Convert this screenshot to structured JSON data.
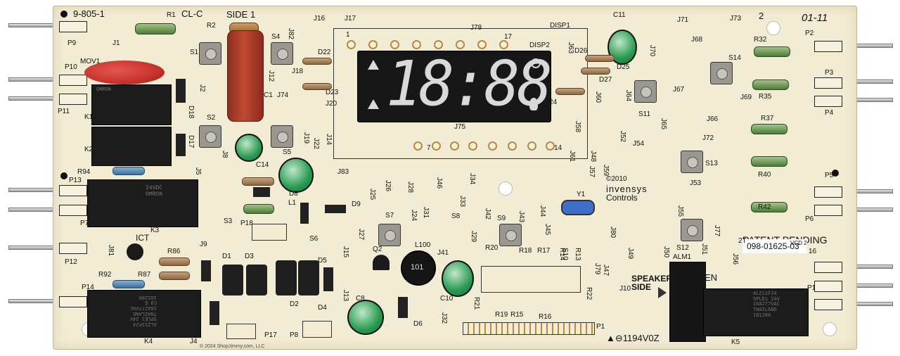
{
  "board": {
    "part_number": "9-805-1",
    "cl_label": "CL-C",
    "side_label": "SIDE 1",
    "corner_note": "01-11",
    "corner_num": "2",
    "patent": "PATENT PENDING",
    "board_code": "098-01625-03",
    "vcd": "VCD 2",
    "prefix_2t": "2T",
    "speaker_side": "SPEAKER\nSIDE",
    "ict": "ICT",
    "year": "©2010",
    "brand": "invensys",
    "brand_sub": "Controls",
    "bottom_code": "▲⊖1194V0Z",
    "copyright": "© 2024 ShopJimmy.com, LLC",
    "inductor": "101",
    "disp_num_17": "17",
    "disp_num_1": "1",
    "disp_num_7": "7",
    "disp_num_14": "14",
    "alm_frag": "EN",
    "display_digits": "18:88"
  },
  "labels": {
    "P9": "P9",
    "P10": "P10",
    "P11": "P11",
    "P12": "P12",
    "P13": "P13",
    "P14": "P14",
    "P7": "P7",
    "P8": "P8",
    "P17": "P17",
    "P2": "P2",
    "P3": "P3",
    "P4": "P4",
    "P5": "P5",
    "P6": "P6",
    "P15": "P15",
    "P16": "16",
    "P18": "P18",
    "P1": "P1",
    "R1": "R1",
    "R2": "R2",
    "R32": "R32",
    "R35": "R35",
    "R37": "R37",
    "R40": "R40",
    "R42": "R42",
    "R86": "R86",
    "R87": "R87",
    "R92": "R92",
    "R94": "R94",
    "R19": "R19",
    "R15": "R15",
    "R16": "R16",
    "R17": "R17",
    "R18": "R18",
    "R20": "R20",
    "R21": "R21",
    "R13": "R13",
    "R14": "R14",
    "R22": "R22",
    "MOV1": "MOV1",
    "K1": "K1",
    "K2": "K2",
    "K3": "K3",
    "K4": "K4",
    "K5": "K5",
    "S1": "S1",
    "S2": "S2",
    "S3": "S3",
    "S4": "S4",
    "S5": "S5",
    "S6": "S6",
    "S7": "S7",
    "S8": "S8",
    "S9": "S9",
    "S10": "S10",
    "S11": "S11",
    "S12": "S12",
    "S13": "S13",
    "S14": "S14",
    "C1": "C1",
    "C8": "C8",
    "C10": "C10",
    "C11": "C11",
    "C14": "C14",
    "D1": "D1",
    "D2": "D2",
    "D3": "D3",
    "D4": "D4",
    "D5": "D5",
    "D6": "D6",
    "D8": "D8",
    "D9": "D9",
    "D17": "D17",
    "D18": "D18",
    "D22": "D22",
    "D23": "D23",
    "D25": "D25",
    "D26": "D26",
    "D27": "D27",
    "DISP1": "DISP1",
    "DISP2": "DISP2",
    "L1": "L1",
    "L100": "L100",
    "Q2": "Q2",
    "Y1": "Y1",
    "ALM1": "ALM1",
    "J1": "J1",
    "J2": "J2",
    "J4": "J4",
    "J5": "J5",
    "J8": "J8",
    "J9": "J9",
    "J10": "J10",
    "J12": "J12",
    "J13": "J13",
    "J14": "J14",
    "J15": "J15",
    "J16": "J16",
    "J17": "J17",
    "J18": "J18",
    "J19": "J19",
    "J20": "J20",
    "J22": "J22",
    "J24": "J24",
    "J25": "J25",
    "J26": "J26",
    "J27": "J27",
    "J28": "J28",
    "J29": "J29",
    "J31": "J31",
    "J32": "J32",
    "J33": "J33",
    "J34": "J34",
    "J41": "J41",
    "J42": "J42",
    "J43": "J43",
    "J44": "J44",
    "J45": "J45",
    "J46": "J46",
    "J47": "J47",
    "J48": "J48",
    "J49": "J49",
    "J50": "J50",
    "J51": "J51",
    "J52": "J52",
    "J53": "J53",
    "J54": "J54",
    "J55": "J55",
    "J56": "J56",
    "J57": "J57",
    "J58": "J58",
    "J59": "J59",
    "J60": "J60",
    "J61": "J61",
    "J63": "J63",
    "J64": "J64",
    "J65": "J65",
    "J66": "J66",
    "J67": "J67",
    "J68": "J68",
    "J69": "J69",
    "J70": "J70",
    "J71": "J71",
    "J72": "J72",
    "J73": "J73",
    "J74": "J74",
    "J75": "J75",
    "J77": "J77",
    "J78": "J78",
    "J79": "J79",
    "J80": "J80",
    "J81": "J81",
    "J82": "J82",
    "J83": "J83"
  },
  "relays": {
    "k1_text": "OMRON",
    "k3_text": "24VDC\nOMRON",
    "k4_text": "ALZ11F24\nSPLE1 24V\nTHAILAND\n16A277VAC\nC9 E\n101280",
    "k5_text": "ALZ11F24\nSPLE1 24V\n16A277VAC\nTHAILAND\n101280"
  },
  "colors": {
    "board": "#f3ecd4",
    "relay": "#1c1c1c",
    "capacitor": "#2a9a52",
    "fuse": "#b5452e",
    "mov": "#c8322d",
    "display_bg": "#171717",
    "display_seg": "#d9d9d9"
  }
}
